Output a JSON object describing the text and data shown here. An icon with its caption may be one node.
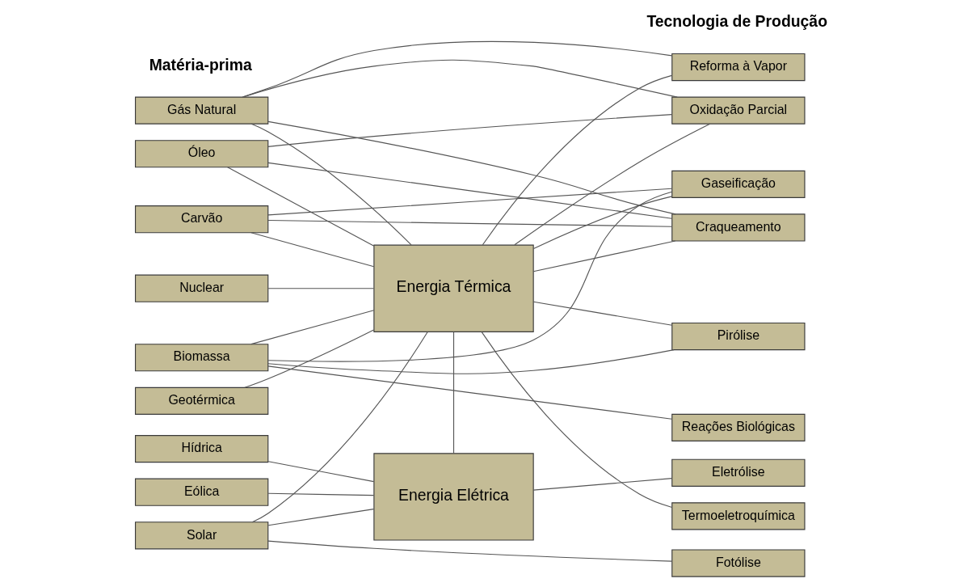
{
  "diagram": {
    "nodes": [
      {
        "text": [
          "Gás Natural"
        ]
      },
      {
        "text": [
          "Óleo"
        ]
      },
      {
        "text": [
          "Carvão"
        ]
      },
      {
        "text": [
          "Nuclear"
        ]
      },
      {
        "text": [
          "Biomassa"
        ]
      },
      {
        "text": [
          "Geotérmica"
        ]
      },
      {
        "text": [
          "Hídrica"
        ]
      },
      {
        "text": [
          "Eólica"
        ]
      },
      {
        "text": [
          "Solar"
        ]
      },
      {
        "text": [
          "Energia Térmica"
        ]
      },
      {
        "text": [
          "Energia Elétrica"
        ]
      },
      {
        "text": [
          "Reforma à Vapor"
        ]
      },
      {
        "text": [
          "Oxidação Parcial"
        ]
      },
      {
        "text": [
          "Gaseificação"
        ]
      },
      {
        "text": [
          "Craqueamento"
        ]
      },
      {
        "text": [
          "Pirólise"
        ]
      },
      {
        "text": [
          "Reações Biológicas"
        ]
      },
      {
        "text": [
          "Eletrólise"
        ]
      },
      {
        "text": [
          "Termoeletroquímica"
        ]
      },
      {
        "text": [
          "Fotólise"
        ]
      }
    ],
    "edges": [
      {
        "from": 0,
        "to": 11,
        "arrow": "none"
      },
      {
        "from": 0,
        "to": 12,
        "arrow": "none"
      },
      {
        "from": 0,
        "to": 14,
        "arrow": "none"
      },
      {
        "from": 0,
        "to": 9,
        "arrow": "none"
      },
      {
        "from": 1,
        "to": 12,
        "arrow": "none"
      },
      {
        "from": 1,
        "to": 14,
        "arrow": "none"
      },
      {
        "from": 1,
        "to": 9,
        "arrow": "none"
      },
      {
        "from": 2,
        "to": 13,
        "arrow": "none"
      },
      {
        "from": 2,
        "to": 14,
        "arrow": "none"
      },
      {
        "from": 2,
        "to": 9,
        "arrow": "none"
      },
      {
        "from": 3,
        "to": 9,
        "arrow": "none"
      },
      {
        "from": 4,
        "to": 13,
        "arrow": "none"
      },
      {
        "from": 4,
        "to": 9,
        "arrow": "none"
      },
      {
        "from": 4,
        "to": 15,
        "arrow": "none"
      },
      {
        "from": 4,
        "to": 16,
        "arrow": "none"
      },
      {
        "from": 5,
        "to": 9,
        "arrow": "none"
      },
      {
        "from": 6,
        "to": 10,
        "arrow": "none"
      },
      {
        "from": 7,
        "to": 10,
        "arrow": "none"
      },
      {
        "from": 8,
        "to": 9,
        "arrow": "none"
      },
      {
        "from": 8,
        "to": 10,
        "arrow": "none"
      },
      {
        "from": 8,
        "to": 19,
        "arrow": "none"
      },
      {
        "from": 9,
        "to": 11,
        "arrow": "none"
      },
      {
        "from": 9,
        "to": 12,
        "arrow": "none"
      },
      {
        "from": 9,
        "to": 13,
        "arrow": "none"
      },
      {
        "from": 9,
        "to": 14,
        "arrow": "none"
      },
      {
        "from": 9,
        "to": 15,
        "arrow": "none"
      },
      {
        "from": 9,
        "to": 18,
        "arrow": "none"
      },
      {
        "from": 9,
        "to": 10,
        "arrow": "none"
      },
      {
        "from": 10,
        "to": 17,
        "arrow": "none"
      }
    ],
    "labels": [
      "Matéria-prima",
      "Tecnologia de Produção"
    ]
  }
}
